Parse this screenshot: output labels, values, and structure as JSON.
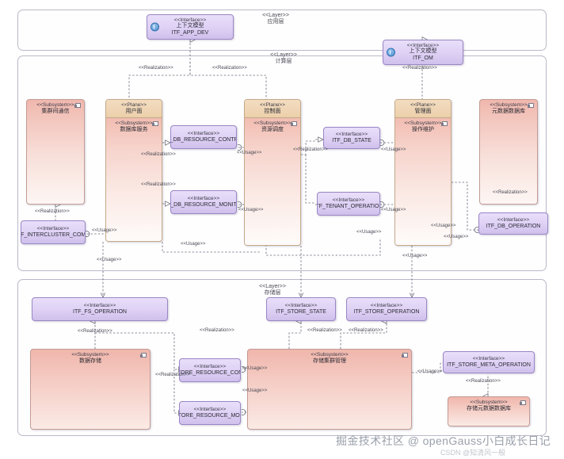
{
  "diagram": {
    "kind": "uml-component-diagram",
    "layers": [
      {
        "id": "app",
        "stereotype": "<<Layer>>",
        "name": "应用层"
      },
      {
        "id": "compute",
        "stereotype": "<<Layer>>",
        "name": "计算层"
      },
      {
        "id": "storage",
        "stereotype": "<<Layer>>",
        "name": "存储层"
      }
    ],
    "nodes": {
      "itf_app_dev": {
        "stereotype": "<<Interface>>",
        "line1": "上下文模型",
        "line2": "ITF_APP_DEV"
      },
      "itf_om": {
        "stereotype": "<<Interface>>",
        "line1": "上下文模型",
        "line2": "ITF_OM"
      },
      "sub_intercluster": {
        "stereotype": "<<Subsystem>>",
        "name": "集群间通信"
      },
      "plane_user": {
        "stereotype": "<<Plane>>",
        "name": "用户面"
      },
      "sub_db_service": {
        "stereotype": "<<Subsystem>>",
        "name": "数据库服务"
      },
      "plane_control": {
        "stereotype": "<<Plane>>",
        "name": "控制面"
      },
      "sub_res_sched": {
        "stereotype": "<<Subsystem>>",
        "name": "资源调度"
      },
      "plane_manage": {
        "stereotype": "<<Plane>>",
        "name": "管理面"
      },
      "sub_ops": {
        "stereotype": "<<Subsystem>>",
        "name": "操作维护"
      },
      "sub_meta_db": {
        "stereotype": "<<Subsystem>>",
        "name": "元数据数据库"
      },
      "itf_db_res_ctrl": {
        "stereotype": "<<Interface>>",
        "name": "ITF_DB_RESOURCE_CONTROL"
      },
      "itf_db_res_mon": {
        "stereotype": "<<Interface>>",
        "name": "ITF_DB_RESOURCE_MONITOR"
      },
      "itf_db_state": {
        "stereotype": "<<Interface>>",
        "name": "ITF_DB_STATE"
      },
      "itf_tenant_oper": {
        "stereotype": "<<Interface>>",
        "name": "ITF_TENANT_OPERATION"
      },
      "itf_intercluster": {
        "stereotype": "<<Interface>>",
        "name": "ITF_INTERCLUSTER_COMM"
      },
      "itf_db_operation": {
        "stereotype": "<<Interface>>",
        "name": "ITF_DB_OPERATION"
      },
      "itf_fs_operation": {
        "stereotype": "<<Interface>>",
        "name": "ITF_FS_OPERATION"
      },
      "itf_store_state": {
        "stereotype": "<<Interface>>",
        "name": "ITF_STORE_STATE"
      },
      "itf_store_oper": {
        "stereotype": "<<Interface>>",
        "name": "ITF_STORE_OPERATION"
      },
      "sub_data_store": {
        "stereotype": "<<Subsystem>>",
        "name": "数据存储"
      },
      "sub_store_cluster": {
        "stereotype": "<<Subsystem>>",
        "name": "存储集群管理"
      },
      "itf_store_res_ctrl": {
        "stereotype": "<<Interface>>",
        "name": "ITF_STORE_RESOURCE_CONTROL"
      },
      "itf_store_res_mon": {
        "stereotype": "<<Interface>>",
        "name": "ITF_STORE_RESOURCE_MONITOR"
      },
      "itf_store_meta": {
        "stereotype": "<<Interface>>",
        "name": "ITF_STORE_META_OPERATION"
      },
      "sub_store_meta_db": {
        "stereotype": "<<Subsystem>>",
        "name": "存储元数据数据库"
      }
    },
    "edge_labels": {
      "realization": "<<Realization>>",
      "usage": "<<Usage>>"
    },
    "edges": [
      {
        "id": "e1",
        "kind": "realization",
        "label": "<<Realization>>"
      },
      {
        "id": "e2",
        "kind": "realization",
        "label": "<<Realization>>"
      },
      {
        "id": "e3",
        "kind": "realization",
        "label": "<<Realization>>"
      },
      {
        "id": "e4",
        "kind": "realization",
        "label": "<<Realization>>"
      },
      {
        "id": "e5",
        "kind": "realization",
        "label": "<<Realization>>"
      },
      {
        "id": "e6",
        "kind": "realization",
        "label": "<<Realization>>"
      },
      {
        "id": "e7",
        "kind": "realization",
        "label": "<<Realization>>"
      },
      {
        "id": "e8",
        "kind": "realization",
        "label": "<<Realization>>"
      },
      {
        "id": "e9",
        "kind": "realization",
        "label": "<<Realization>>"
      },
      {
        "id": "e10",
        "kind": "realization",
        "label": "<<Realization>>"
      },
      {
        "id": "e11",
        "kind": "realization",
        "label": "<<Realization>>"
      },
      {
        "id": "e12",
        "kind": "usage",
        "label": "<<Usage>>"
      },
      {
        "id": "e13",
        "kind": "usage",
        "label": "<<Usage>>"
      },
      {
        "id": "e14",
        "kind": "usage",
        "label": "<<Usage>>"
      },
      {
        "id": "e15",
        "kind": "usage",
        "label": "<<Usage>>"
      },
      {
        "id": "e16",
        "kind": "usage",
        "label": "<<Usage>>"
      },
      {
        "id": "e17",
        "kind": "usage",
        "label": "<<Usage>>"
      },
      {
        "id": "e18",
        "kind": "usage",
        "label": "<<Usage>>"
      },
      {
        "id": "e19",
        "kind": "usage",
        "label": "<<Usage>>"
      },
      {
        "id": "e20",
        "kind": "usage",
        "label": "<<Usage>>"
      }
    ]
  },
  "watermark": {
    "main": "掘金技术社区 @ openGauss小白成长日记",
    "sub": "CSDN @知清风一般"
  },
  "colors": {
    "interface_fill": "#ded0f4",
    "subsystem_fill": "#f0b7ad",
    "plane_header_fill": "#ecd0ab",
    "layer_border": "#b9b9c9",
    "edge_stroke": "#6b6b78"
  }
}
